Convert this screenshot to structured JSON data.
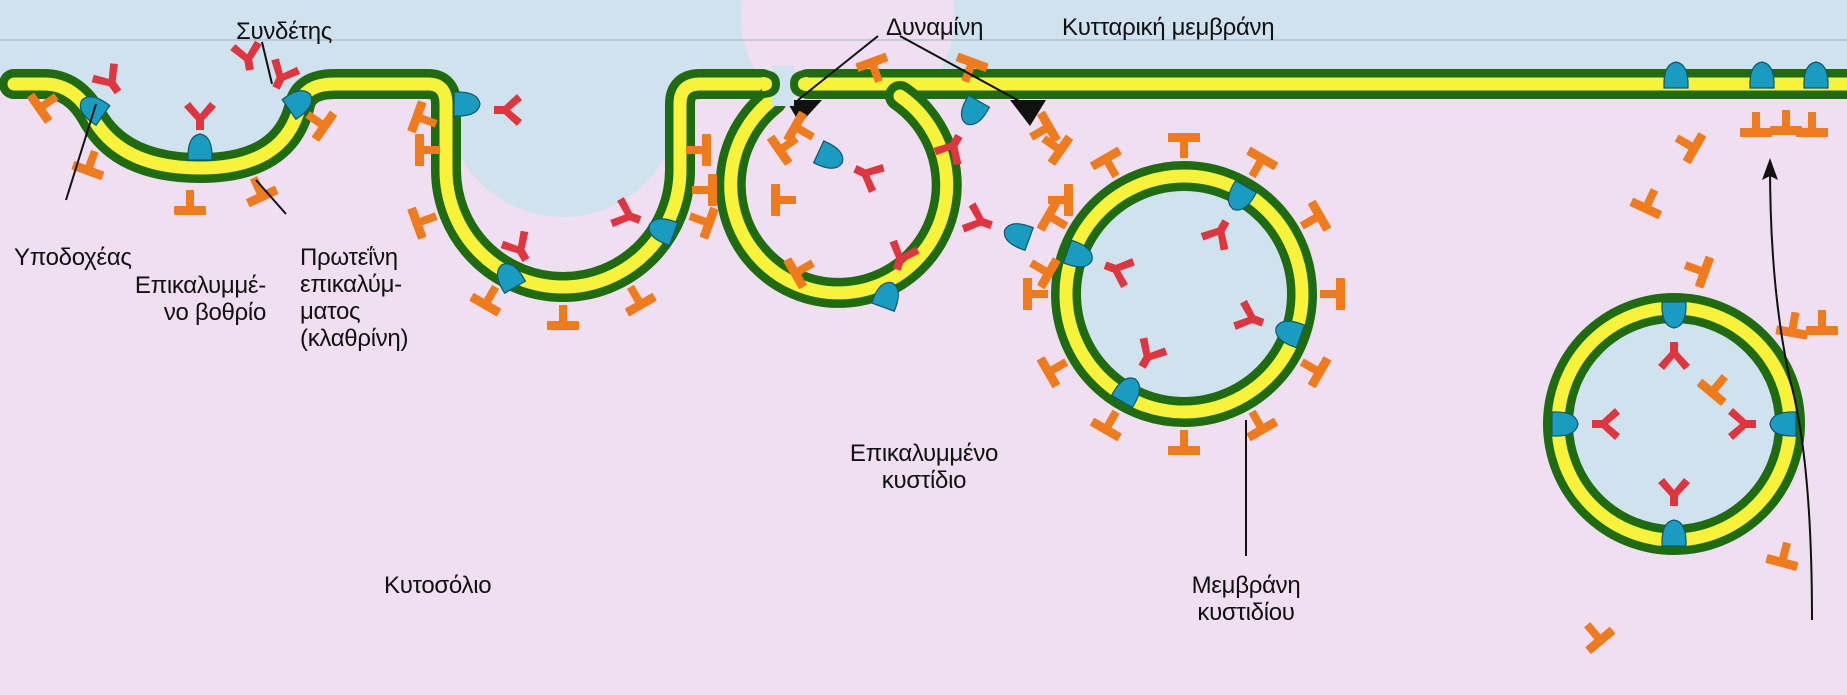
{
  "labels": {
    "syndetis": "Συνδέτης",
    "dynamini": "Δυναμίνη",
    "kyttariki_membrani": "Κυτταρική μεμβράνη",
    "ypodocheas": "Υποδοχέας",
    "epikalymmeno_vothrio": "Επικαλυμμέ-\nνο βοθρίο",
    "proteini_epikalymmatos": "Πρωτεΐνη\nεπικαλύμ-\nματος\n(κλαθρίνη)",
    "epikalymmeno_kystidio": "Επικαλυμμένο\nκυστίδιο",
    "kytosolio": "Κυτοσόλιο",
    "membrani_kystidiou": "Μεμβράνη\nκυστιδίου"
  },
  "colors": {
    "extracellular": "#cfe1ee",
    "cytosol": "#f1e0f1",
    "membrane_outer": "#1f6b12",
    "membrane_core": "#f8f23a",
    "receptor": "#1a9cc0",
    "cargo_ligand": "#e0343f",
    "clathrin": "#f07b1c",
    "dynamin": "#111111"
  }
}
